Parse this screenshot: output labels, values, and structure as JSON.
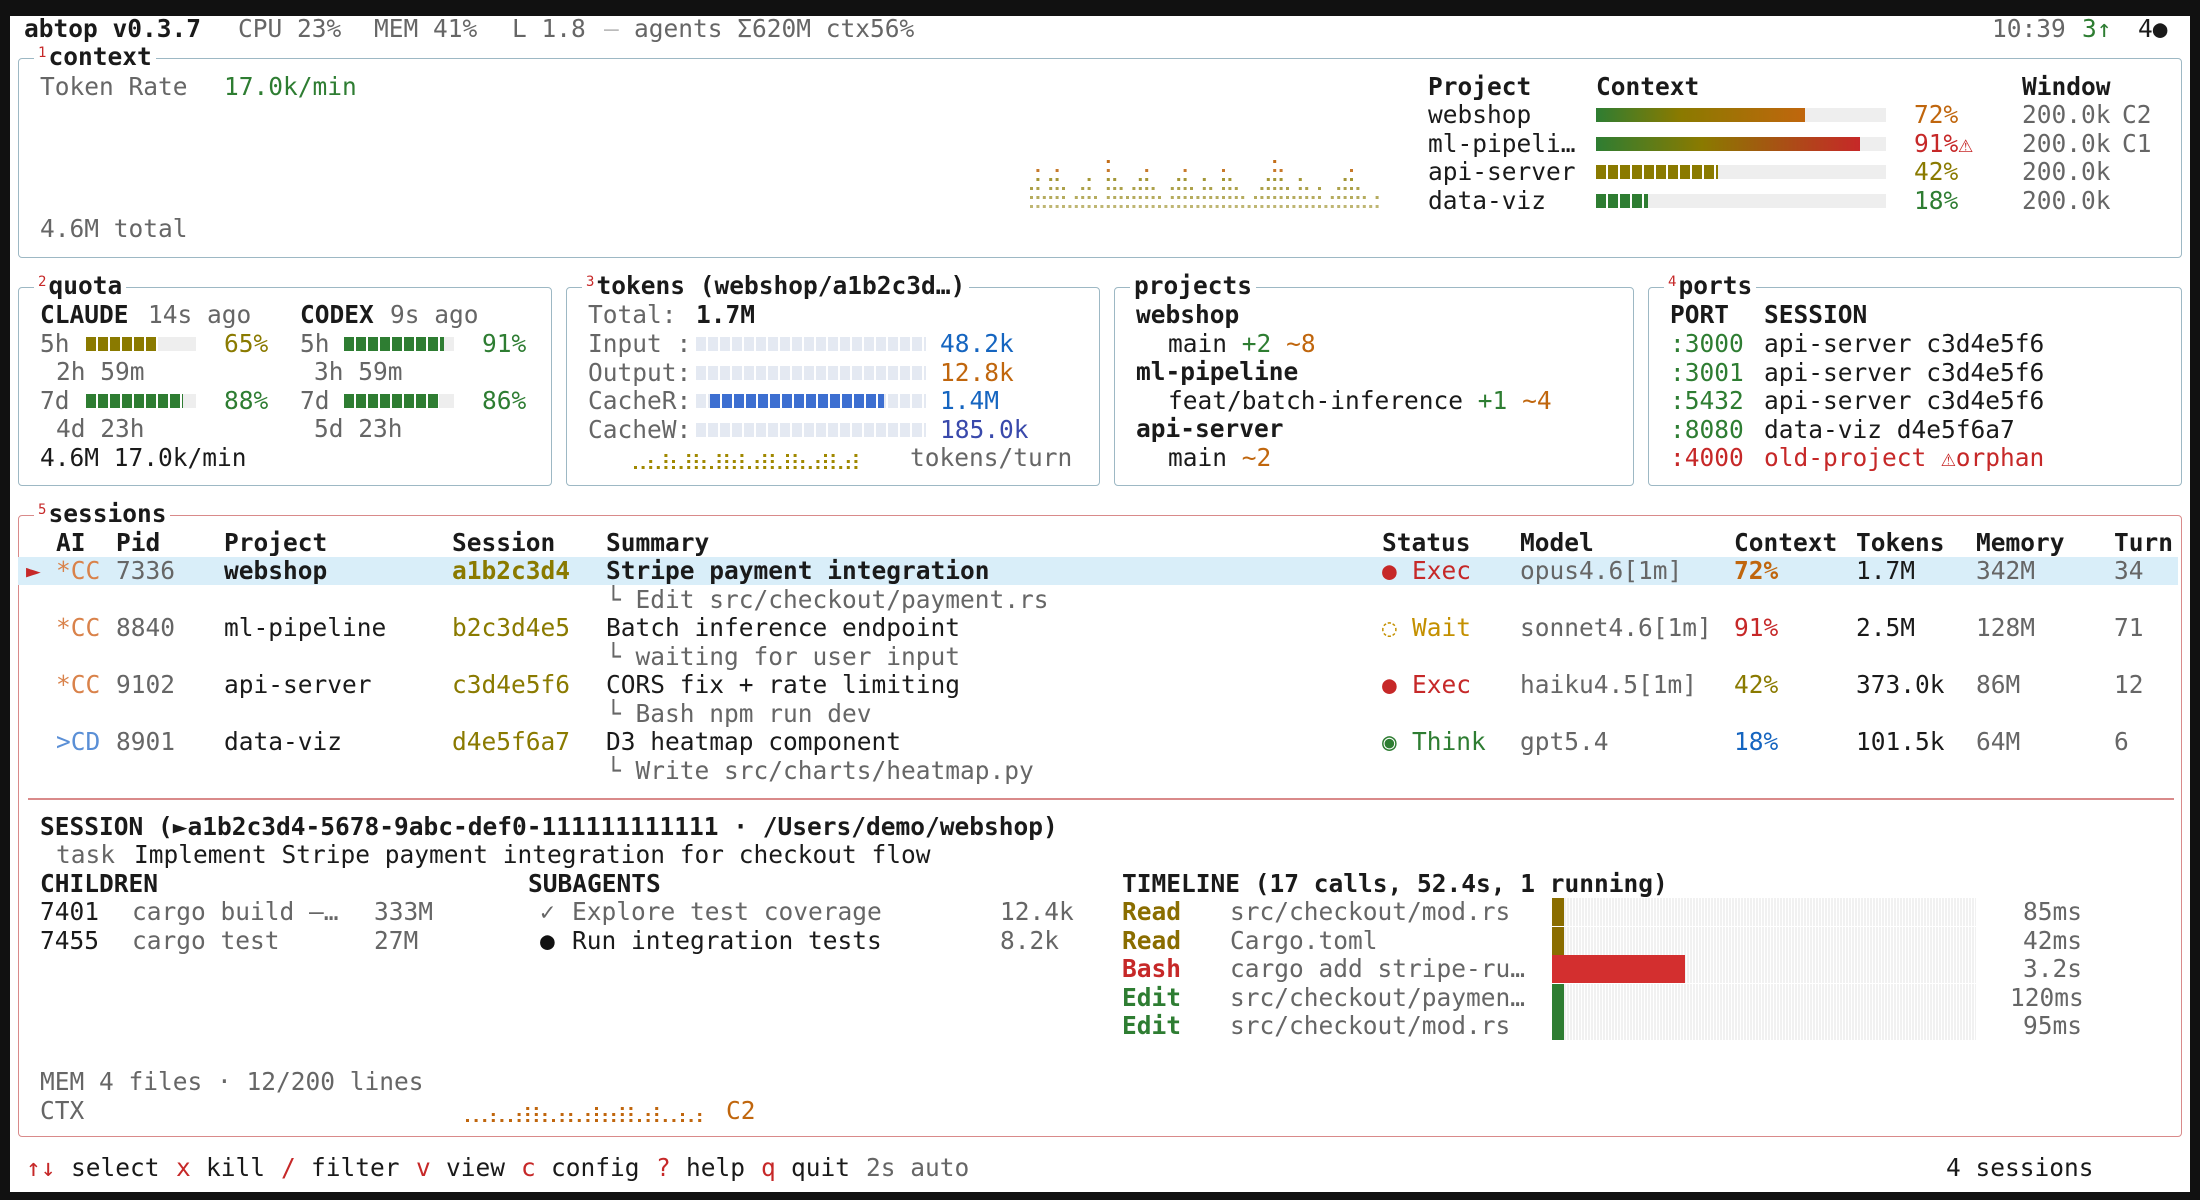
{
  "header": {
    "app": "abtop v0.3.7",
    "cpu": "CPU 23%",
    "mem": "MEM 41%",
    "load": "L 1.8",
    "sep": "—",
    "agents": "agents Σ620M ctx56%",
    "time": "10:39",
    "up_count": "3↑",
    "running_count": "4●"
  },
  "context_panel": {
    "num": "1",
    "title": "context",
    "token_rate_label": "Token Rate",
    "token_rate_value": "17.0k/min",
    "total": "4.6M total",
    "headers": {
      "project": "Project",
      "context": "Context",
      "window": "Window"
    },
    "rows": [
      {
        "project": "webshop",
        "pct_text": "72%",
        "pct": 72,
        "window": "200.0k",
        "tag": "C2",
        "color": "#c0660d"
      },
      {
        "project": "ml-pipeli…",
        "pct_text": "91%⚠",
        "pct": 91,
        "window": "200.0k",
        "tag": "C1",
        "color": "#c62828"
      },
      {
        "project": "api-server",
        "pct_text": "42%",
        "pct": 42,
        "window": "200.0k",
        "tag": "",
        "color": "#8a7a00"
      },
      {
        "project": "data-viz",
        "pct_text": "18%",
        "pct": 18,
        "window": "200.0k",
        "tag": "",
        "color": "#2e7d32"
      }
    ]
  },
  "quota": {
    "num": "2",
    "title": "quota",
    "claude": {
      "name": "CLAUDE",
      "ago": "14s ago",
      "five_label": "5h",
      "five_pct": "65%",
      "five_frac": 0.65,
      "five_reset": "2h 59m",
      "seven_label": "7d",
      "seven_pct": "88%",
      "seven_frac": 0.88,
      "seven_reset": "4d 23h"
    },
    "codex": {
      "name": "CODEX",
      "ago": "9s ago",
      "five_label": "5h",
      "five_pct": "91%",
      "five_frac": 0.91,
      "five_reset": "3h 59m",
      "seven_label": "7d",
      "seven_pct": "86%",
      "seven_frac": 0.86,
      "seven_reset": "5d 23h"
    },
    "footer": "4.6M 17.0k/min"
  },
  "tokens": {
    "num": "3",
    "title": "tokens (webshop/a1b2c3d…)",
    "total_label": "Total:",
    "total_value": "1.7M",
    "rows": [
      {
        "label": "Input :",
        "value": "48.2k",
        "color": "#1565c0"
      },
      {
        "label": "Output:",
        "value": "12.8k",
        "color": "#c0660d"
      },
      {
        "label": "CacheR:",
        "value": "1.4M",
        "color": "#1565c0"
      },
      {
        "label": "CacheW:",
        "value": "185.0k",
        "color": "#3949ab"
      }
    ],
    "turn_label": "tokens/turn"
  },
  "projects": {
    "title": "projects",
    "items": [
      {
        "name": "webshop",
        "branch": "main",
        "add": "+2",
        "mod": "~8"
      },
      {
        "name": "ml-pipeline",
        "branch": "feat/batch-inference",
        "add": "+1",
        "mod": "~4"
      },
      {
        "name": "api-server",
        "branch": "main",
        "add": "",
        "mod": "~2"
      }
    ]
  },
  "ports": {
    "num": "4",
    "title": "ports",
    "headers": {
      "port": "PORT",
      "session": "SESSION"
    },
    "rows": [
      {
        "port": ":3000",
        "session": "api-server c3d4e5f6",
        "orphan": false
      },
      {
        "port": ":3001",
        "session": "api-server c3d4e5f6",
        "orphan": false
      },
      {
        "port": ":5432",
        "session": "api-server c3d4e5f6",
        "orphan": false
      },
      {
        "port": ":8080",
        "session": "data-viz d4e5f6a7",
        "orphan": false
      },
      {
        "port": ":4000",
        "session": "old-project ⚠orphan",
        "orphan": true
      }
    ]
  },
  "sessions": {
    "num": "5",
    "title": "sessions",
    "headers": {
      "ai": "AI",
      "pid": "Pid",
      "project": "Project",
      "session": "Session",
      "summary": "Summary",
      "status": "Status",
      "model": "Model",
      "context": "Context",
      "tokens": "Tokens",
      "memory": "Memory",
      "turn": "Turn"
    },
    "rows": [
      {
        "marker": "►",
        "ai": "*CC",
        "pid": "7336",
        "project": "webshop",
        "session": "a1b2c3d4",
        "summary": "Stripe payment integration",
        "sub": "└ Edit src/checkout/payment.rs",
        "status_icon": "●",
        "status": "Exec",
        "model": "opus4.6[1m]",
        "context": "72%",
        "tokens": "1.7M",
        "memory": "342M",
        "turn": "34"
      },
      {
        "marker": "",
        "ai": "*CC",
        "pid": "8840",
        "project": "ml-pipeline",
        "session": "b2c3d4e5",
        "summary": "Batch inference endpoint",
        "sub": "└ waiting for user input",
        "status_icon": "◌",
        "status": "Wait",
        "model": "sonnet4.6[1m]",
        "context": "91%",
        "tokens": "2.5M",
        "memory": "128M",
        "turn": "71"
      },
      {
        "marker": "",
        "ai": "*CC",
        "pid": "9102",
        "project": "api-server",
        "session": "c3d4e5f6",
        "summary": "CORS fix + rate limiting",
        "sub": "└ Bash npm run dev",
        "status_icon": "●",
        "status": "Exec",
        "model": "haiku4.5[1m]",
        "context": "42%",
        "tokens": "373.0k",
        "memory": "86M",
        "turn": "12"
      },
      {
        "marker": "",
        "ai": ">CD",
        "pid": "8901",
        "project": "data-viz",
        "session": "d4e5f6a7",
        "summary": "D3 heatmap component",
        "sub": "└ Write src/charts/heatmap.py",
        "status_icon": "◉",
        "status": "Think",
        "model": "gpt5.4",
        "context": "18%",
        "tokens": "101.5k",
        "memory": "64M",
        "turn": "6"
      }
    ]
  },
  "detail": {
    "session_line": "SESSION (►a1b2c3d4-5678-9abc-def0-111111111111 · /Users/demo/webshop)",
    "task_label": "task",
    "task_text": "Implement Stripe payment integration for checkout flow",
    "children_title": "CHILDREN",
    "children": [
      {
        "pid": "7401",
        "cmd": "cargo build –…",
        "mem": "333M"
      },
      {
        "pid": "7455",
        "cmd": "cargo test",
        "mem": "27M"
      }
    ],
    "subagents_title": "SUBAGENTS",
    "subagents": [
      {
        "icon": "✓",
        "name": "Explore test coverage",
        "tokens": "12.4k"
      },
      {
        "icon": "●",
        "name": "Run integration tests",
        "tokens": "8.2k"
      }
    ],
    "timeline_title": "TIMELINE (17 calls, 52.4s, 1 running)",
    "timeline": [
      {
        "tool": "Read",
        "target": "src/checkout/mod.rs",
        "dur": "85ms",
        "seconds": 0.085,
        "color": "#8a6d00",
        "tool_color": "#8a6d00"
      },
      {
        "tool": "Read",
        "target": "Cargo.toml",
        "dur": "42ms",
        "seconds": 0.042,
        "color": "#8a6d00",
        "tool_color": "#8a6d00"
      },
      {
        "tool": "Bash",
        "target": "cargo add stripe-ru…",
        "dur": "3.2s",
        "seconds": 3.2,
        "color": "#d32f2f",
        "tool_color": "#c62828"
      },
      {
        "tool": "Edit",
        "target": "src/checkout/paymen…",
        "dur": "120ms",
        "seconds": 0.12,
        "color": "#2e7d32",
        "tool_color": "#2e7d32"
      },
      {
        "tool": "Edit",
        "target": "src/checkout/mod.rs",
        "dur": "95ms",
        "seconds": 0.095,
        "color": "#2e7d32",
        "tool_color": "#2e7d32"
      }
    ],
    "mem_line": "MEM 4 files · 12/200 lines",
    "ctx_label": "CTX",
    "ctx_tag": "C2"
  },
  "footer": {
    "keys": [
      {
        "key": "↑↓",
        "label": "select"
      },
      {
        "key": "x",
        "label": "kill"
      },
      {
        "key": "/",
        "label": "filter"
      },
      {
        "key": "v",
        "label": "view"
      },
      {
        "key": "c",
        "label": "config"
      },
      {
        "key": "?",
        "label": "help"
      },
      {
        "key": "q",
        "label": "quit"
      }
    ],
    "refresh": "2s auto",
    "count": "4 sessions"
  }
}
